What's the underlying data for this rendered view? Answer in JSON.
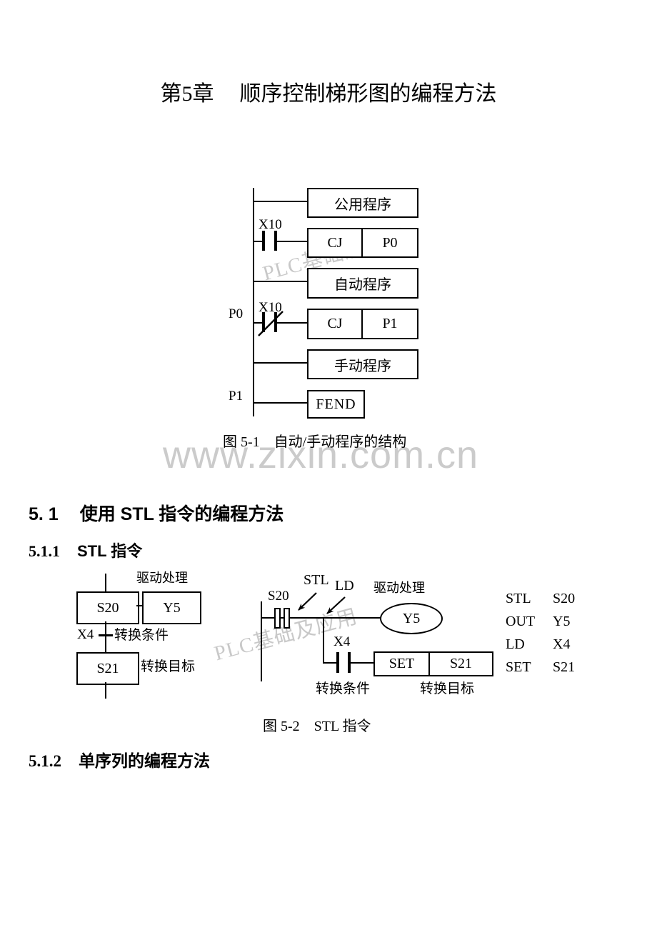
{
  "colors": {
    "ink": "#000000",
    "watermark": "#c8c8c8",
    "background": "#ffffff"
  },
  "title": {
    "chapter": "第5章",
    "text": "顺序控制梯形图的编程方法"
  },
  "watermarks": {
    "plc": "PLC基础及应用",
    "site": "www.zixin.com.cn"
  },
  "figure1": {
    "caption": "图 5-1　自动/手动程序的结构",
    "x10_top": "X10",
    "x10_bottom": "X10",
    "p0_label": "P0",
    "p1_label": "P1",
    "box_common": "公用程序",
    "cj1_op": "CJ",
    "cj1_target": "P0",
    "box_auto": "自动程序",
    "cj2_op": "CJ",
    "cj2_target": "P1",
    "box_manual": "手动程序",
    "box_fend": "FEND"
  },
  "section_5_1": {
    "number": "5. 1",
    "title": "使用 STL 指令的编程方法"
  },
  "section_5_1_1": {
    "number": "5.1.1",
    "title": "STL 指令"
  },
  "figure2": {
    "caption": "图 5-2　STL 指令",
    "sfc": {
      "drive": "驱动处理",
      "s20": "S20",
      "y5": "Y5",
      "x4": "X4",
      "condition": "转换条件",
      "s21": "S21",
      "target": "转换目标"
    },
    "ladder": {
      "s20": "S20",
      "stl": "STL",
      "ld": "LD",
      "drive": "驱动处理",
      "y5": "Y5",
      "x4": "X4",
      "set": "SET",
      "s21": "S21",
      "condition": "转换条件",
      "target": "转换目标"
    },
    "instructions": [
      {
        "op": "STL",
        "operand": "S20"
      },
      {
        "op": "OUT",
        "operand": "Y5"
      },
      {
        "op": "LD",
        "operand": "X4"
      },
      {
        "op": "SET",
        "operand": "S21"
      }
    ]
  },
  "section_5_1_2": {
    "number": "5.1.2",
    "title": "单序列的编程方法"
  }
}
